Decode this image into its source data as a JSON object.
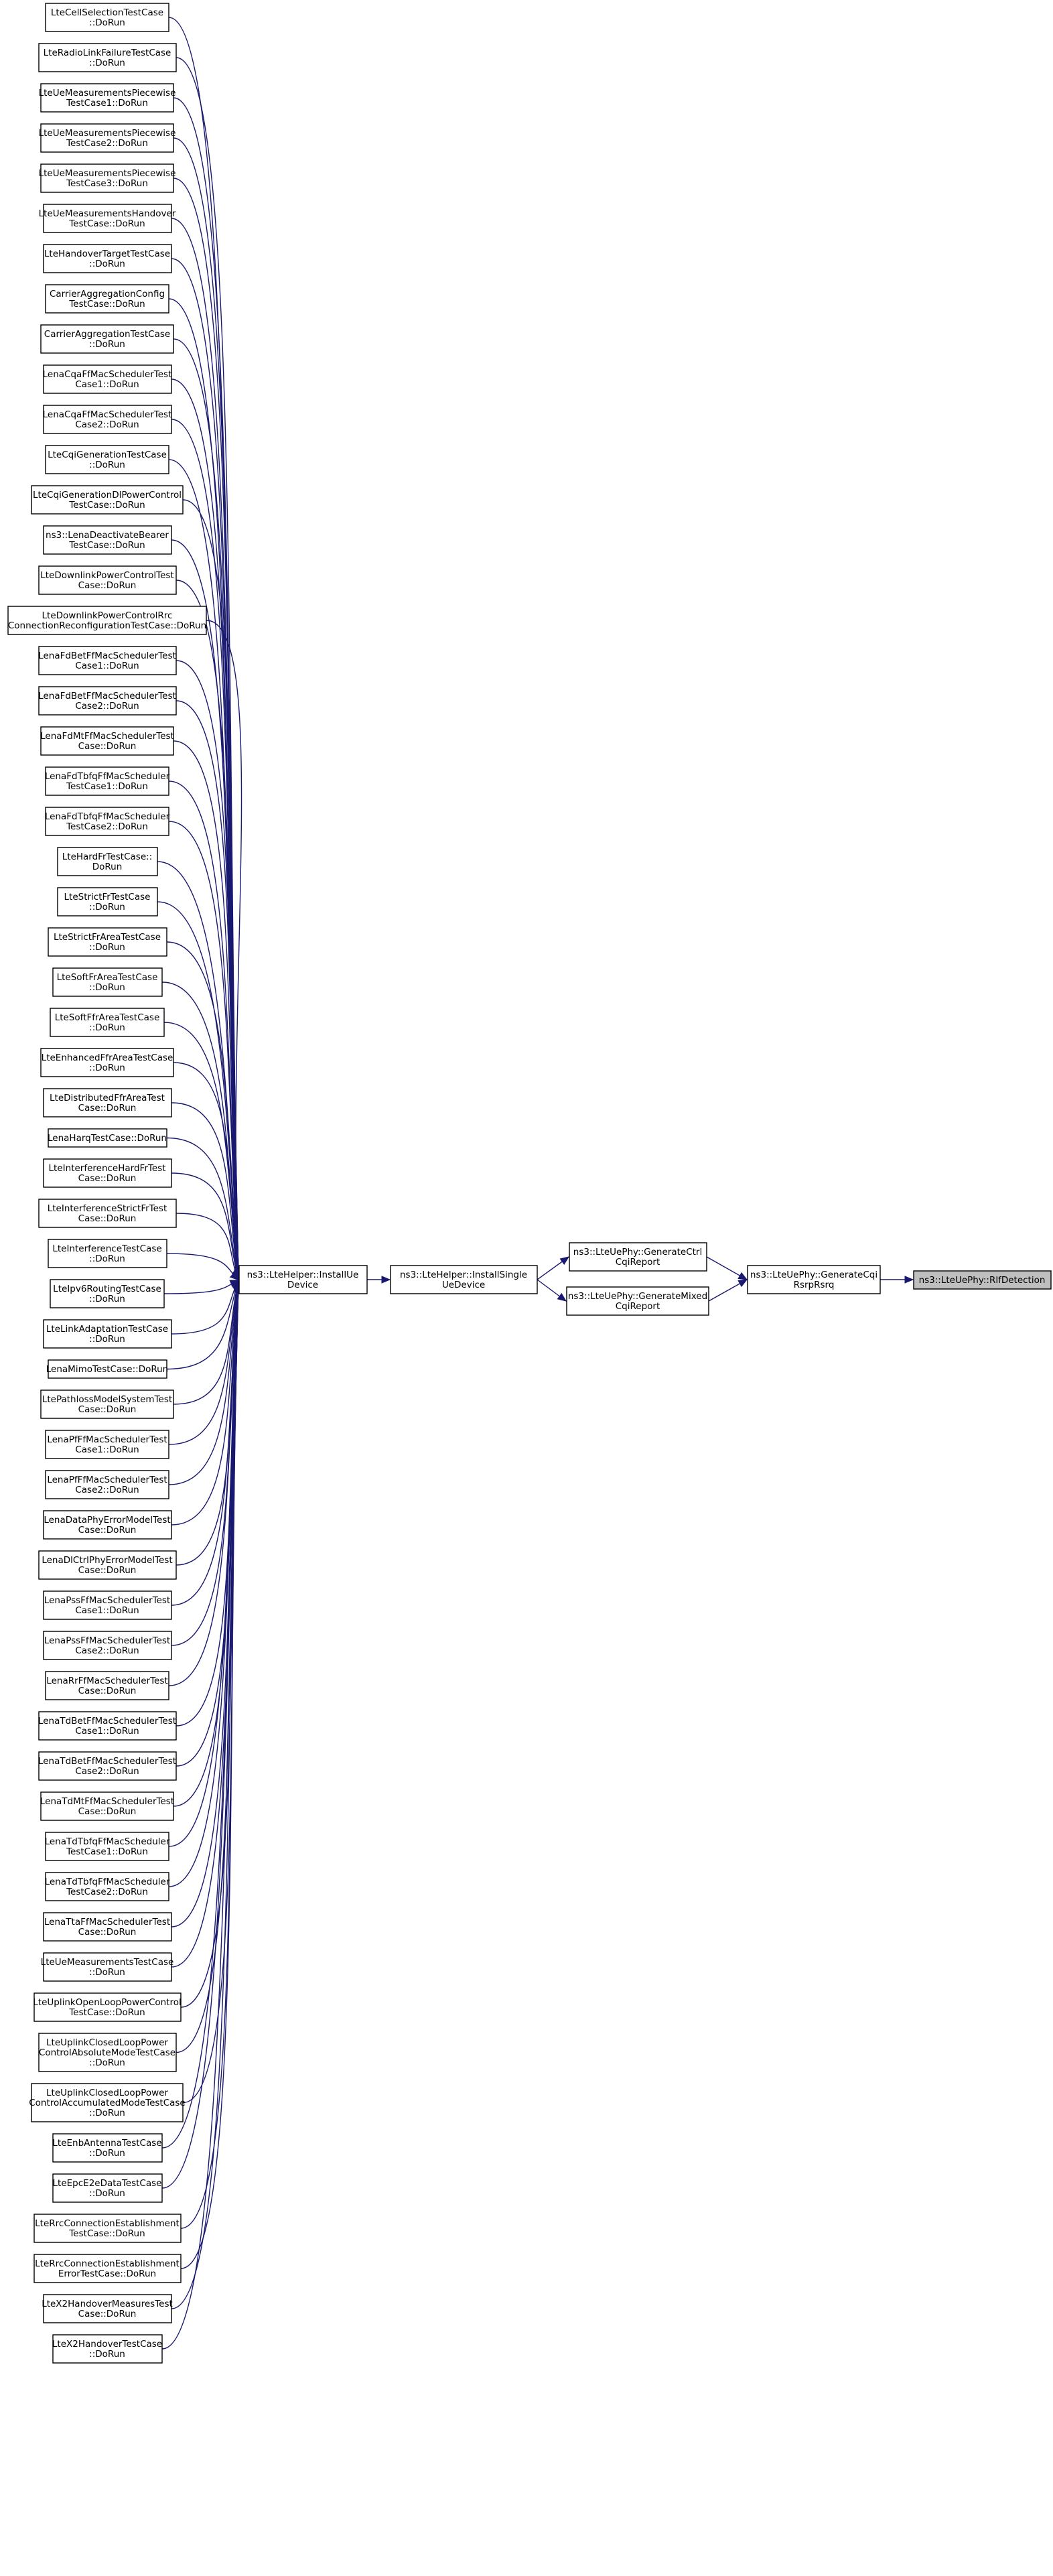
{
  "graph": {
    "colors": {
      "edge": "#191970",
      "node_border": "#000000",
      "node_fill": "#ffffff",
      "target_fill": "#bfbfbf"
    },
    "target": {
      "id": "rlf",
      "lines": [
        "ns3::LteUePhy::RlfDetection"
      ]
    },
    "chain": [
      {
        "id": "gen_cqi_rsrp",
        "lines": [
          "ns3::LteUePhy::GenerateCqi",
          "RsrpRsrq"
        ]
      },
      {
        "id": "gen_ctrl",
        "lines": [
          "ns3::LteUePhy::GenerateCtrl",
          "CqiReport"
        ]
      },
      {
        "id": "gen_mixed",
        "lines": [
          "ns3::LteUePhy::GenerateMixed",
          "CqiReport"
        ]
      },
      {
        "id": "install_single",
        "lines": [
          "ns3::LteHelper::InstallSingle",
          "UeDevice"
        ]
      },
      {
        "id": "install_ue",
        "lines": [
          "ns3::LteHelper::InstallUe",
          "Device"
        ]
      }
    ],
    "callers": [
      {
        "lines": [
          "LteCellSelectionTestCase",
          "::DoRun"
        ]
      },
      {
        "lines": [
          "LteRadioLinkFailureTestCase",
          "::DoRun"
        ]
      },
      {
        "lines": [
          "LteUeMeasurementsPiecewise",
          "TestCase1::DoRun"
        ]
      },
      {
        "lines": [
          "LteUeMeasurementsPiecewise",
          "TestCase2::DoRun"
        ]
      },
      {
        "lines": [
          "LteUeMeasurementsPiecewise",
          "TestCase3::DoRun"
        ]
      },
      {
        "lines": [
          "LteUeMeasurementsHandover",
          "TestCase::DoRun"
        ]
      },
      {
        "lines": [
          "LteHandoverTargetTestCase",
          "::DoRun"
        ]
      },
      {
        "lines": [
          "CarrierAggregationConfig",
          "TestCase::DoRun"
        ]
      },
      {
        "lines": [
          "CarrierAggregationTestCase",
          "::DoRun"
        ]
      },
      {
        "lines": [
          "LenaCqaFfMacSchedulerTest",
          "Case1::DoRun"
        ]
      },
      {
        "lines": [
          "LenaCqaFfMacSchedulerTest",
          "Case2::DoRun"
        ]
      },
      {
        "lines": [
          "LteCqiGenerationTestCase",
          "::DoRun"
        ]
      },
      {
        "lines": [
          "LteCqiGenerationDlPowerControl",
          "TestCase::DoRun"
        ]
      },
      {
        "lines": [
          "ns3::LenaDeactivateBearer",
          "TestCase::DoRun"
        ]
      },
      {
        "lines": [
          "LteDownlinkPowerControlTest",
          "Case::DoRun"
        ]
      },
      {
        "lines": [
          "LteDownlinkPowerControlRrc",
          "ConnectionReconfigurationTestCase::DoRun"
        ]
      },
      {
        "lines": [
          "LenaFdBetFfMacSchedulerTest",
          "Case1::DoRun"
        ]
      },
      {
        "lines": [
          "LenaFdBetFfMacSchedulerTest",
          "Case2::DoRun"
        ]
      },
      {
        "lines": [
          "LenaFdMtFfMacSchedulerTest",
          "Case::DoRun"
        ]
      },
      {
        "lines": [
          "LenaFdTbfqFfMacScheduler",
          "TestCase1::DoRun"
        ]
      },
      {
        "lines": [
          "LenaFdTbfqFfMacScheduler",
          "TestCase2::DoRun"
        ]
      },
      {
        "lines": [
          "LteHardFrTestCase::",
          "DoRun"
        ]
      },
      {
        "lines": [
          "LteStrictFrTestCase",
          "::DoRun"
        ]
      },
      {
        "lines": [
          "LteStrictFrAreaTestCase",
          "::DoRun"
        ]
      },
      {
        "lines": [
          "LteSoftFrAreaTestCase",
          "::DoRun"
        ]
      },
      {
        "lines": [
          "LteSoftFfrAreaTestCase",
          "::DoRun"
        ]
      },
      {
        "lines": [
          "LteEnhancedFfrAreaTestCase",
          "::DoRun"
        ]
      },
      {
        "lines": [
          "LteDistributedFfrAreaTest",
          "Case::DoRun"
        ]
      },
      {
        "lines": [
          "LenaHarqTestCase::DoRun"
        ]
      },
      {
        "lines": [
          "LteInterferenceHardFrTest",
          "Case::DoRun"
        ]
      },
      {
        "lines": [
          "LteInterferenceStrictFrTest",
          "Case::DoRun"
        ]
      },
      {
        "lines": [
          "LteInterferenceTestCase",
          "::DoRun"
        ]
      },
      {
        "lines": [
          "LteIpv6RoutingTestCase",
          "::DoRun"
        ]
      },
      {
        "lines": [
          "LteLinkAdaptationTestCase",
          "::DoRun"
        ]
      },
      {
        "lines": [
          "LenaMimoTestCase::DoRun"
        ]
      },
      {
        "lines": [
          "LtePathlossModelSystemTest",
          "Case::DoRun"
        ]
      },
      {
        "lines": [
          "LenaPfFfMacSchedulerTest",
          "Case1::DoRun"
        ]
      },
      {
        "lines": [
          "LenaPfFfMacSchedulerTest",
          "Case2::DoRun"
        ]
      },
      {
        "lines": [
          "LenaDataPhyErrorModelTest",
          "Case::DoRun"
        ]
      },
      {
        "lines": [
          "LenaDlCtrlPhyErrorModelTest",
          "Case::DoRun"
        ]
      },
      {
        "lines": [
          "LenaPssFfMacSchedulerTest",
          "Case1::DoRun"
        ]
      },
      {
        "lines": [
          "LenaPssFfMacSchedulerTest",
          "Case2::DoRun"
        ]
      },
      {
        "lines": [
          "LenaRrFfMacSchedulerTest",
          "Case::DoRun"
        ]
      },
      {
        "lines": [
          "LenaTdBetFfMacSchedulerTest",
          "Case1::DoRun"
        ]
      },
      {
        "lines": [
          "LenaTdBetFfMacSchedulerTest",
          "Case2::DoRun"
        ]
      },
      {
        "lines": [
          "LenaTdMtFfMacSchedulerTest",
          "Case::DoRun"
        ]
      },
      {
        "lines": [
          "LenaTdTbfqFfMacScheduler",
          "TestCase1::DoRun"
        ]
      },
      {
        "lines": [
          "LenaTdTbfqFfMacScheduler",
          "TestCase2::DoRun"
        ]
      },
      {
        "lines": [
          "LenaTtaFfMacSchedulerTest",
          "Case::DoRun"
        ]
      },
      {
        "lines": [
          "LteUeMeasurementsTestCase",
          "::DoRun"
        ]
      },
      {
        "lines": [
          "LteUplinkOpenLoopPowerControl",
          "TestCase::DoRun"
        ]
      },
      {
        "lines": [
          "LteUplinkClosedLoopPower",
          "ControlAbsoluteModeTestCase",
          "::DoRun"
        ]
      },
      {
        "lines": [
          "LteUplinkClosedLoopPower",
          "ControlAccumulatedModeTestCase",
          "::DoRun"
        ]
      },
      {
        "lines": [
          "LteEnbAntennaTestCase",
          "::DoRun"
        ]
      },
      {
        "lines": [
          "LteEpcE2eDataTestCase",
          "::DoRun"
        ]
      },
      {
        "lines": [
          "LteRrcConnectionEstablishment",
          "TestCase::DoRun"
        ]
      },
      {
        "lines": [
          "LteRrcConnectionEstablishment",
          "ErrorTestCase::DoRun"
        ]
      },
      {
        "lines": [
          "LteX2HandoverMeasuresTest",
          "Case::DoRun"
        ]
      },
      {
        "lines": [
          "LteX2HandoverTestCase",
          "::DoRun"
        ]
      }
    ]
  }
}
